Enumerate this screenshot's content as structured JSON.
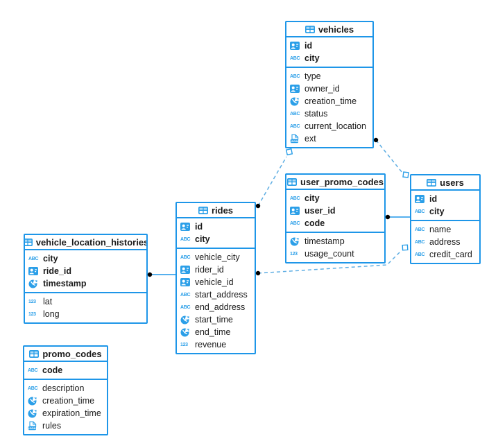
{
  "diagram": {
    "background": "#ffffff",
    "accent": "#1E96E8",
    "icon_blue": "#2B9FE8",
    "dashed_line_color": "#5FAEE3",
    "solid_line_color": "#1E96E8",
    "marker_fill": "#ffffff",
    "dot_color": "#000000",
    "text_color": "#1b1b1b",
    "header_icon": "table-icon"
  },
  "tables": [
    {
      "id": "vehicles",
      "title": "vehicles",
      "primary_keys": [
        {
          "label": "id",
          "icon": "uuid-icon"
        },
        {
          "label": "city",
          "icon": "string-icon"
        }
      ],
      "columns": [
        {
          "label": "type",
          "icon": "string-icon"
        },
        {
          "label": "owner_id",
          "icon": "uuid-icon"
        },
        {
          "label": "creation_time",
          "icon": "timestamp-icon"
        },
        {
          "label": "status",
          "icon": "string-icon"
        },
        {
          "label": "current_location",
          "icon": "string-icon"
        },
        {
          "label": "ext",
          "icon": "json-icon"
        }
      ]
    },
    {
      "id": "user_promo_codes",
      "title": "user_promo_codes",
      "primary_keys": [
        {
          "label": "city",
          "icon": "string-icon"
        },
        {
          "label": "user_id",
          "icon": "uuid-icon"
        },
        {
          "label": "code",
          "icon": "string-icon"
        }
      ],
      "columns": [
        {
          "label": "timestamp",
          "icon": "timestamp-icon"
        },
        {
          "label": "usage_count",
          "icon": "number-icon"
        }
      ]
    },
    {
      "id": "users",
      "title": "users",
      "primary_keys": [
        {
          "label": "id",
          "icon": "uuid-icon"
        },
        {
          "label": "city",
          "icon": "string-icon"
        }
      ],
      "columns": [
        {
          "label": "name",
          "icon": "string-icon"
        },
        {
          "label": "address",
          "icon": "string-icon"
        },
        {
          "label": "credit_card",
          "icon": "string-icon"
        }
      ]
    },
    {
      "id": "rides",
      "title": "rides",
      "primary_keys": [
        {
          "label": "id",
          "icon": "uuid-icon"
        },
        {
          "label": "city",
          "icon": "string-icon"
        }
      ],
      "columns": [
        {
          "label": "vehicle_city",
          "icon": "string-icon"
        },
        {
          "label": "rider_id",
          "icon": "uuid-icon"
        },
        {
          "label": "vehicle_id",
          "icon": "uuid-icon"
        },
        {
          "label": "start_address",
          "icon": "string-icon"
        },
        {
          "label": "end_address",
          "icon": "string-icon"
        },
        {
          "label": "start_time",
          "icon": "timestamp-icon"
        },
        {
          "label": "end_time",
          "icon": "timestamp-icon"
        },
        {
          "label": "revenue",
          "icon": "number-icon"
        }
      ]
    },
    {
      "id": "vehicle_location_histories",
      "title": "vehicle_location_histories",
      "primary_keys": [
        {
          "label": "city",
          "icon": "string-icon"
        },
        {
          "label": "ride_id",
          "icon": "uuid-icon"
        },
        {
          "label": "timestamp",
          "icon": "timestamp-icon"
        }
      ],
      "columns": [
        {
          "label": "lat",
          "icon": "number-icon"
        },
        {
          "label": "long",
          "icon": "number-icon"
        }
      ]
    },
    {
      "id": "promo_codes",
      "title": "promo_codes",
      "primary_keys": [
        {
          "label": "code",
          "icon": "string-icon"
        }
      ],
      "columns": [
        {
          "label": "description",
          "icon": "string-icon"
        },
        {
          "label": "creation_time",
          "icon": "timestamp-icon"
        },
        {
          "label": "expiration_time",
          "icon": "timestamp-icon"
        },
        {
          "label": "rules",
          "icon": "json-icon"
        }
      ]
    }
  ],
  "relationships": [
    {
      "id": "rides-vehicles",
      "from": "rides",
      "to": "vehicles",
      "style": "dashed"
    },
    {
      "id": "vehicles-users",
      "from": "vehicles",
      "to": "users",
      "style": "dashed"
    },
    {
      "id": "rides-users",
      "from": "rides",
      "to": "users",
      "style": "dashed"
    },
    {
      "id": "user_promo_codes-users",
      "from": "user_promo_codes",
      "to": "users",
      "style": "solid"
    },
    {
      "id": "vehicle_location_histories-rides",
      "from": "vehicle_location_histories",
      "to": "rides",
      "style": "solid"
    }
  ]
}
